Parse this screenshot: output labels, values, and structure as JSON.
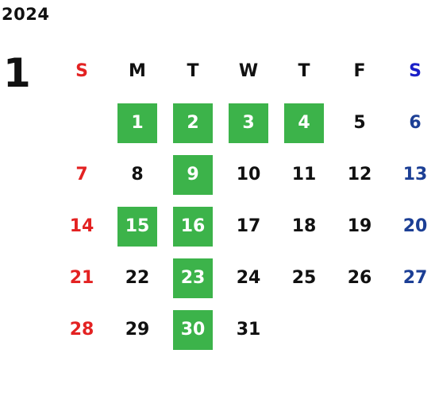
{
  "calendar": {
    "year": "2024",
    "month": "1",
    "weekdays": [
      "S",
      "M",
      "T",
      "W",
      "T",
      "F",
      "S"
    ],
    "first_weekday_index": 1,
    "days": [
      {
        "label": "1",
        "highlighted": true
      },
      {
        "label": "2",
        "highlighted": true
      },
      {
        "label": "3",
        "highlighted": true
      },
      {
        "label": "4",
        "highlighted": true
      },
      {
        "label": "5",
        "highlighted": false
      },
      {
        "label": "6",
        "highlighted": false
      },
      {
        "label": "7",
        "highlighted": false
      },
      {
        "label": "8",
        "highlighted": false
      },
      {
        "label": "9",
        "highlighted": true
      },
      {
        "label": "10",
        "highlighted": false
      },
      {
        "label": "11",
        "highlighted": false
      },
      {
        "label": "12",
        "highlighted": false
      },
      {
        "label": "13",
        "highlighted": false
      },
      {
        "label": "14",
        "highlighted": false
      },
      {
        "label": "15",
        "highlighted": true
      },
      {
        "label": "16",
        "highlighted": true
      },
      {
        "label": "17",
        "highlighted": false
      },
      {
        "label": "18",
        "highlighted": false
      },
      {
        "label": "19",
        "highlighted": false
      },
      {
        "label": "20",
        "highlighted": false
      },
      {
        "label": "21",
        "highlighted": false
      },
      {
        "label": "22",
        "highlighted": false
      },
      {
        "label": "23",
        "highlighted": true
      },
      {
        "label": "24",
        "highlighted": false
      },
      {
        "label": "25",
        "highlighted": false
      },
      {
        "label": "26",
        "highlighted": false
      },
      {
        "label": "27",
        "highlighted": false
      },
      {
        "label": "28",
        "highlighted": false
      },
      {
        "label": "29",
        "highlighted": false
      },
      {
        "label": "30",
        "highlighted": true
      },
      {
        "label": "31",
        "highlighted": false
      }
    ]
  },
  "colors": {
    "highlight": "#3cb34a",
    "sunday": "#e32222",
    "saturday_header": "#1a20c8",
    "saturday": "#1c3f95",
    "text": "#111111"
  }
}
